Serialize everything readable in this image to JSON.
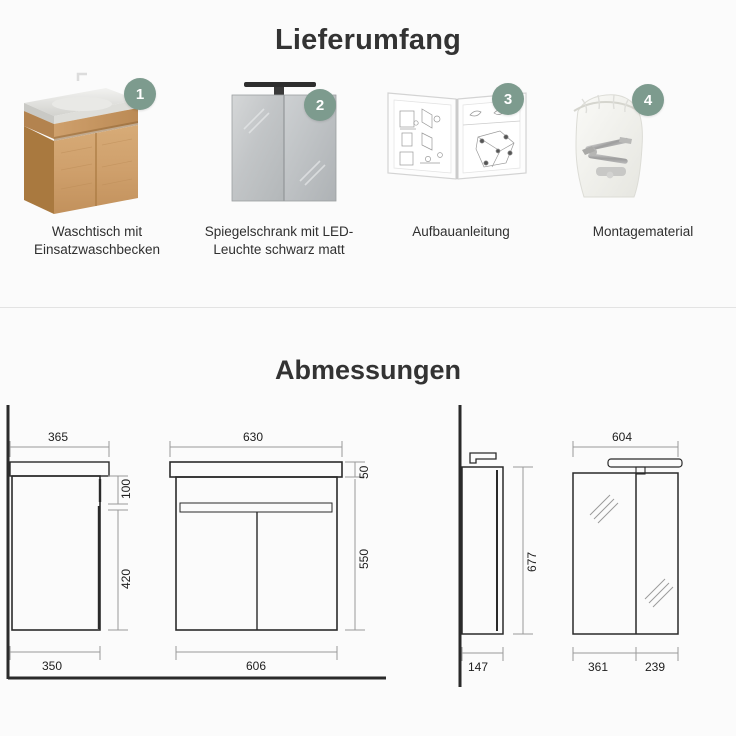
{
  "page": {
    "background_color": "#fbfbfb",
    "badge_color": "#7d9b8e",
    "line_color": "#2a2a2a",
    "dimension_line_color": "#9a9a9a"
  },
  "scope": {
    "title": "Lieferumfang",
    "items": [
      {
        "badge": "1",
        "caption": "Waschtisch mit\nEinsatzwaschbecken",
        "icon": "vanity-unit-image"
      },
      {
        "badge": "2",
        "caption": "Spiegelschrank mit LED-\nLeuchte schwarz matt",
        "icon": "mirror-cabinet-image"
      },
      {
        "badge": "3",
        "caption": "Aufbauanleitung",
        "icon": "assembly-manual-image"
      },
      {
        "badge": "4",
        "caption": "Montagematerial",
        "icon": "mounting-material-bag-image"
      }
    ]
  },
  "dimensions": {
    "title": "Abmessungen",
    "views": [
      {
        "name": "vanity-side-view",
        "labels": {
          "top_width": "365",
          "bottom_width": "350",
          "upper_height": "100",
          "lower_height": "420"
        }
      },
      {
        "name": "vanity-front-view",
        "labels": {
          "top_width": "630",
          "bottom_width": "606",
          "basin_height": "50",
          "body_height": "550"
        }
      },
      {
        "name": "mirror-cabinet-side-view",
        "labels": {
          "height": "677",
          "depth": "147"
        }
      },
      {
        "name": "mirror-cabinet-front-view",
        "labels": {
          "total_width": "604",
          "left_door_width": "361",
          "right_door_width": "239"
        }
      }
    ]
  },
  "chart_data": {
    "type": "table",
    "title": "Abmessungen",
    "ylabel": "mm",
    "categories": [
      "Waschtisch Seitenansicht - Breite oben",
      "Waschtisch Seitenansicht - Breite unten",
      "Waschtisch Seitenansicht - Höhe oben",
      "Waschtisch Seitenansicht - Höhe unten",
      "Waschtisch Frontansicht - Breite oben",
      "Waschtisch Frontansicht - Breite unten",
      "Waschtisch Frontansicht - Beckenhöhe",
      "Waschtisch Frontansicht - Korpushöhe",
      "Spiegelschrank Seitenansicht - Höhe",
      "Spiegelschrank Seitenansicht - Tiefe",
      "Spiegelschrank Frontansicht - Gesamtbreite",
      "Spiegelschrank Frontansicht - Tür links",
      "Spiegelschrank Frontansicht - Tür rechts"
    ],
    "values": [
      365,
      350,
      100,
      420,
      630,
      606,
      50,
      550,
      677,
      147,
      604,
      361,
      239
    ]
  }
}
